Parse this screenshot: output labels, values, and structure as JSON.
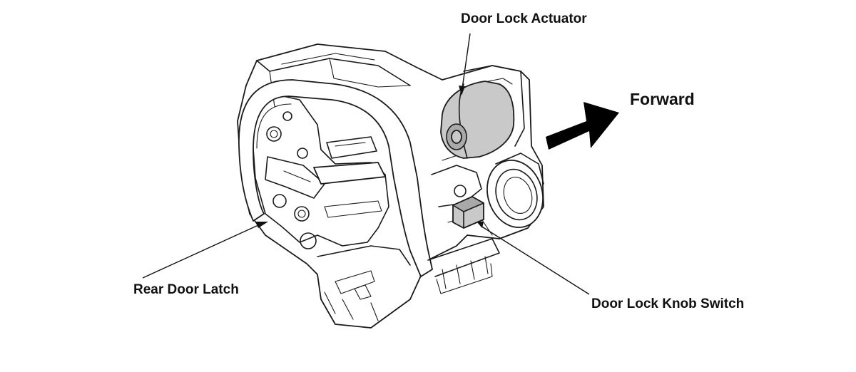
{
  "labels": {
    "door_lock_actuator": "Door Lock Actuator",
    "forward": "Forward",
    "rear_door_latch": "Rear Door Latch",
    "door_lock_knob_switch": "Door Lock Knob Switch"
  },
  "colors": {
    "highlight_fill": "#c9c9c9",
    "line": "#1a1a1a",
    "arrow": "#000000"
  }
}
